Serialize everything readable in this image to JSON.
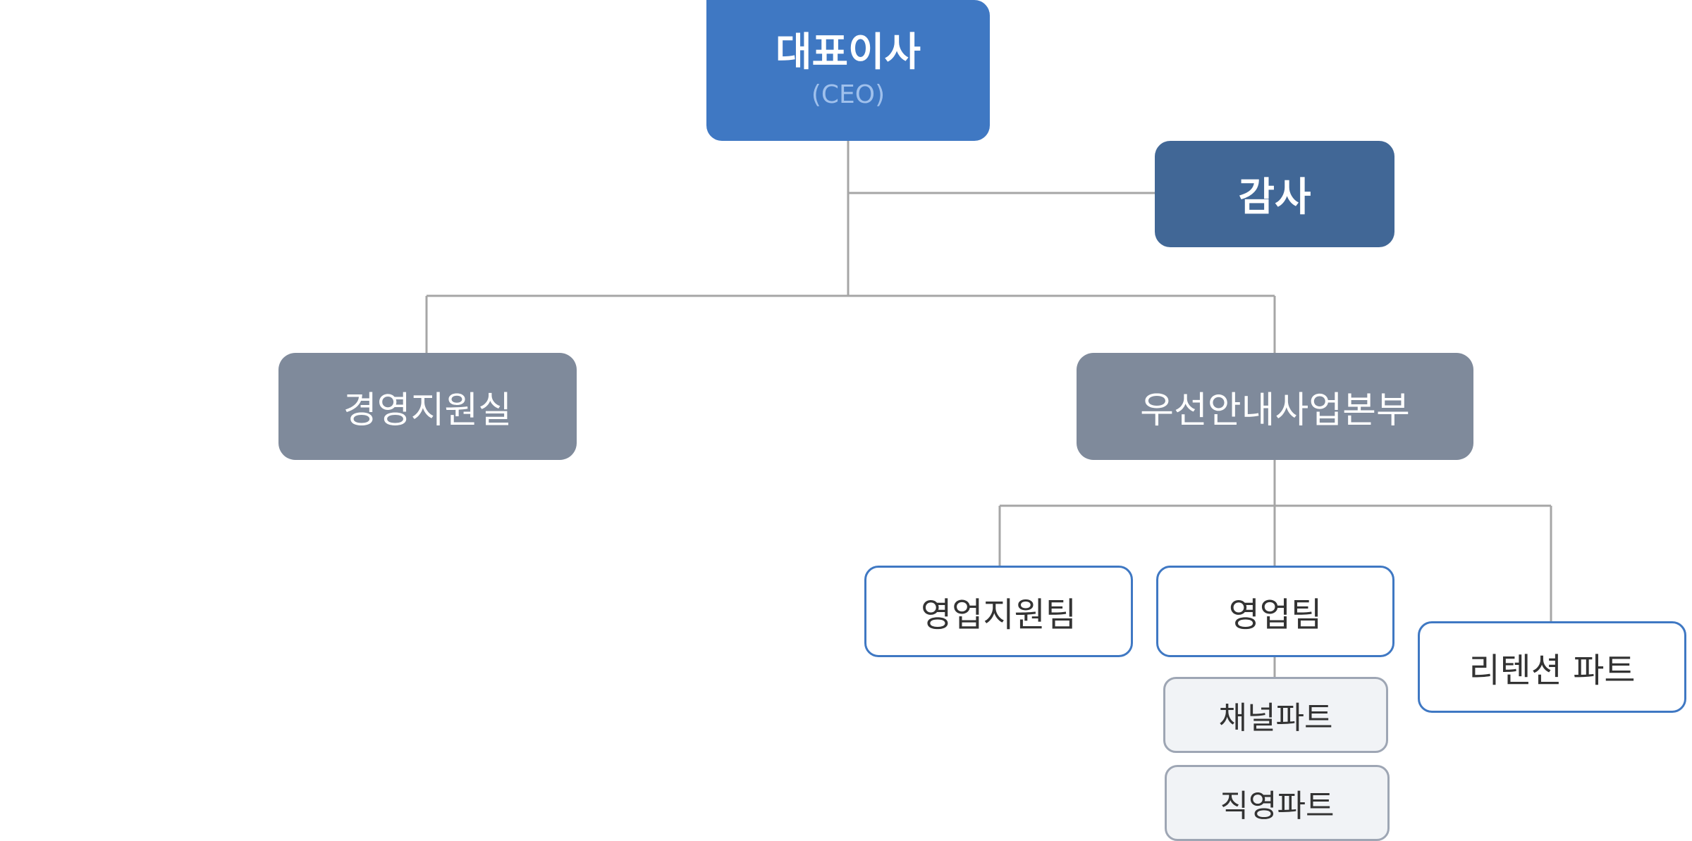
{
  "org_chart": {
    "ceo": {
      "label": "대표이사",
      "sub": "(CEO)"
    },
    "audit": {
      "label": "감사"
    },
    "management_office": {
      "label": "경영지원실"
    },
    "sales_hq": {
      "label": "우선안내사업본부"
    },
    "sales_support_team": {
      "label": "영업지원팀"
    },
    "sales_team": {
      "label": "영업팀"
    },
    "retention_part": {
      "label": "리텐션 파트"
    },
    "channel_part": {
      "label": "채널파트"
    },
    "direct_part": {
      "label": "직영파트"
    }
  },
  "colors": {
    "ceo": "#3f78c3",
    "audit": "#416796",
    "division": "#7f8a9b",
    "team_border": "#3f78c3",
    "part_fill": "#f1f3f6",
    "connector": "#a6a6a6"
  }
}
